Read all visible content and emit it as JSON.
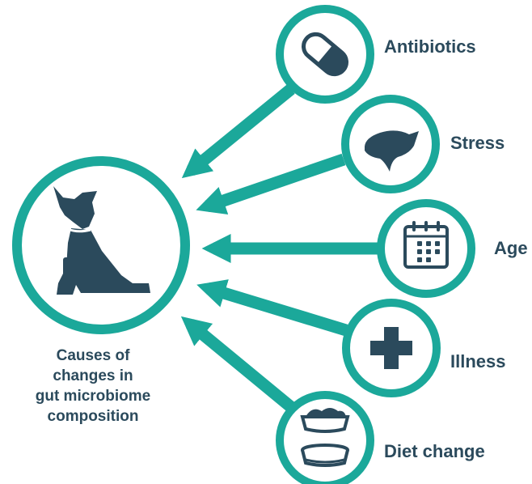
{
  "center": {
    "caption_lines": [
      "Causes of",
      "changes in",
      "gut microbiome",
      "composition"
    ],
    "icon": "dog-icon"
  },
  "causes": [
    {
      "label": "Antibiotics",
      "icon": "capsule-icon"
    },
    {
      "label": "Stress",
      "icon": "stressed-dog-head-icon"
    },
    {
      "label": "Age",
      "icon": "calendar-icon"
    },
    {
      "label": "Illness",
      "icon": "medical-cross-icon"
    },
    {
      "label": "Diet change",
      "icon": "food-bowls-icon"
    }
  ],
  "colors": {
    "accent": "#1ba89a",
    "text": "#2b4a5c",
    "icon": "#2b4a5c",
    "background": "#ffffff"
  }
}
